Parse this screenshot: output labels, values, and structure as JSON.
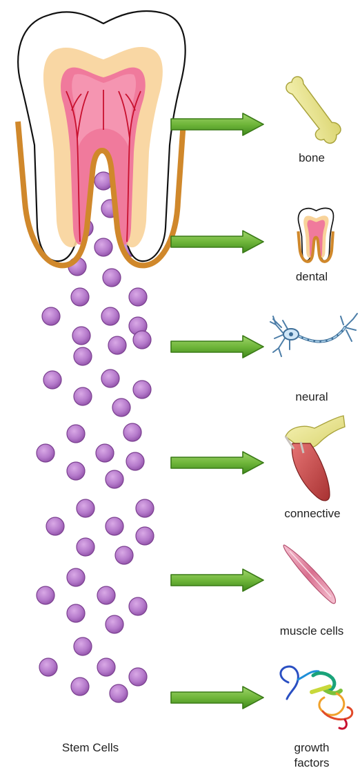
{
  "left_caption": "Stem Cells",
  "outputs": [
    {
      "id": "bone",
      "label": "bone",
      "icon": "bone-icon"
    },
    {
      "id": "dental",
      "label": "dental",
      "icon": "tooth-icon"
    },
    {
      "id": "neural",
      "label": "neural",
      "icon": "neuron-icon"
    },
    {
      "id": "connective",
      "label": "connective",
      "icon": "tendon-icon"
    },
    {
      "id": "muscle",
      "label": "muscle cells",
      "icon": "muscle-cell-icon"
    },
    {
      "id": "growth",
      "label_lines": [
        "growth",
        "factors"
      ],
      "icon": "protein-ribbon-icon"
    }
  ],
  "colors": {
    "arrow_fill": "#6fb63a",
    "arrow_stroke": "#3a7a17",
    "cell_fill": "#b57acb",
    "cell_stroke": "#7a3f8f",
    "pulp": "#f07a9c",
    "dentin": "#f8d39a",
    "root_outline": "#d0882b"
  }
}
